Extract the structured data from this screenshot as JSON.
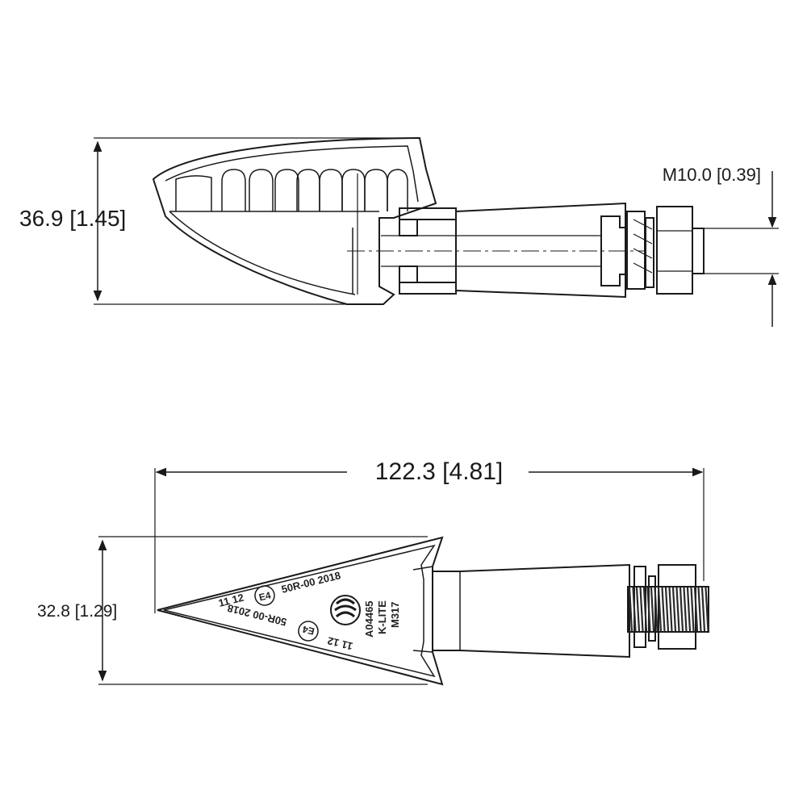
{
  "side_view": {
    "height_dimension": "36.9 [1.45]",
    "thread_dimension": "M10.0 [0.39]"
  },
  "top_view": {
    "length_dimension": "122.3 [4.81]",
    "width_dimension": "32.8 [1.29]",
    "markings": {
      "line_1_code": "11 12",
      "line_1_approval": "50R-00 2018",
      "line_2_code": "11 12",
      "line_2_approval": "50R-00 2018",
      "e_mark": "E4",
      "part_number": "A04465",
      "brand": "K-LITE",
      "model": "M317"
    }
  },
  "colors": {
    "line": "#1a1a1a",
    "thread_fill": "#2a2a2a"
  }
}
